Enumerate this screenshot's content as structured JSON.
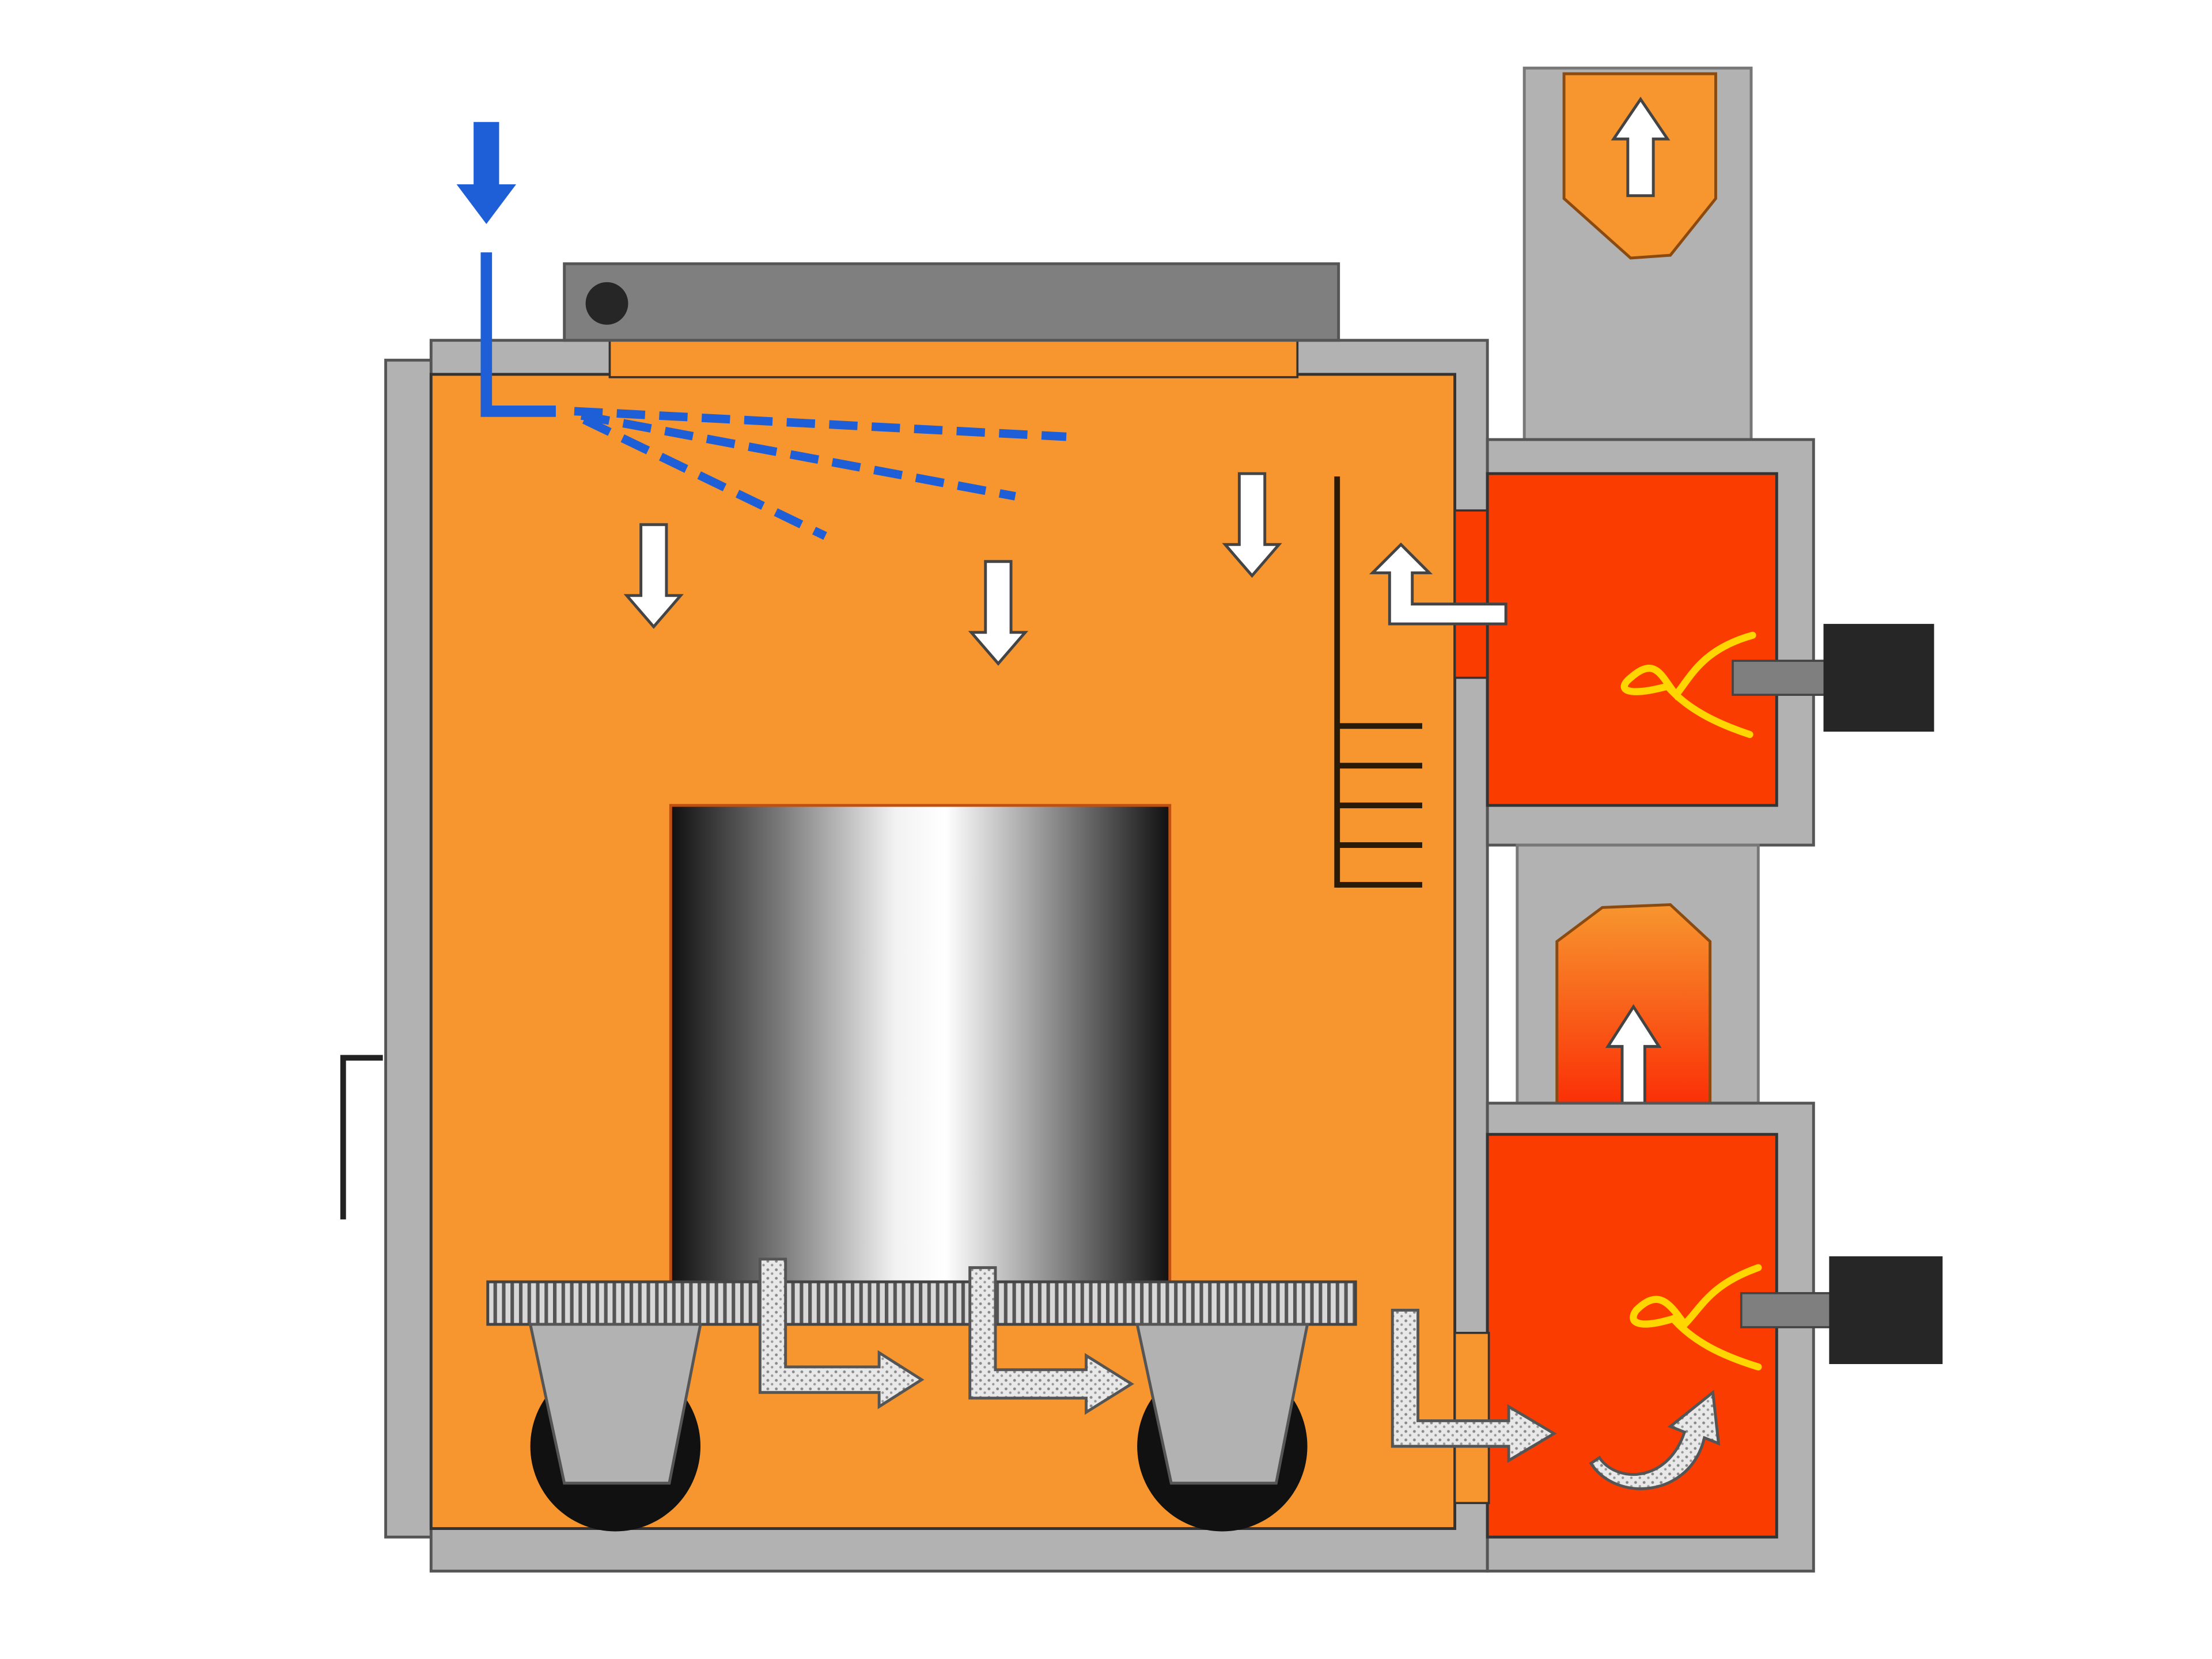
{
  "diagram": {
    "description_visible_text": [],
    "components": [
      {
        "name": "main-chamber",
        "kind": "oven/cabinet"
      },
      {
        "name": "lid",
        "kind": "hinged cover"
      },
      {
        "name": "water-inlet",
        "kind": "spray pipe"
      },
      {
        "name": "drum",
        "kind": "cylinder"
      },
      {
        "name": "conveyor-grate",
        "kind": "perforated base"
      },
      {
        "name": "upper-burner-box",
        "kind": "burner chamber"
      },
      {
        "name": "lower-burner-box",
        "kind": "burner chamber"
      },
      {
        "name": "exhaust-stack",
        "kind": "chimney"
      },
      {
        "name": "transfer-duct",
        "kind": "duct"
      }
    ],
    "colors": {
      "chamber": "#f7962f",
      "wall": "#b2b2b2",
      "dark-gray": "#7f7f7f",
      "burner": "#fb3c00",
      "flame": "#ffd600",
      "water": "#1e5fd8",
      "outline": "#000000",
      "burner-motor": "#262626"
    }
  }
}
